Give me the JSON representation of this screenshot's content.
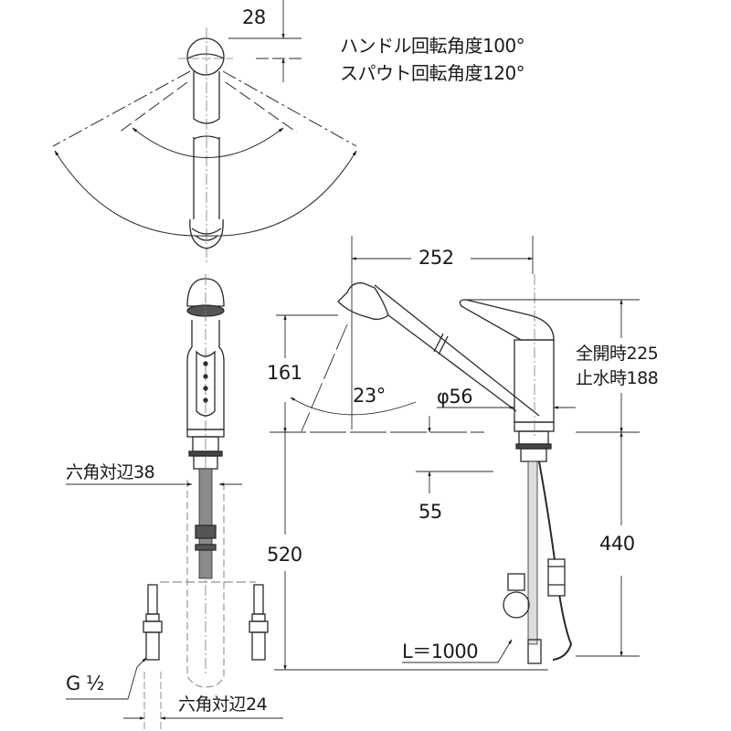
{
  "diagram": {
    "type": "faucet-dimension-drawing",
    "views": [
      "top-view",
      "front-view",
      "side-view"
    ],
    "colors": {
      "line": "#2a2a2a",
      "center_line": "#777777",
      "background": "#ffffff",
      "hose_fill": "#8a8a8a"
    }
  },
  "top_view": {
    "width_dim": "28",
    "handle_rotation": "ハンドル回転角度100°",
    "spout_rotation": "スパウト回転角度120°"
  },
  "side_view": {
    "reach_dim": "252",
    "height_dim": "161",
    "angle_dim": "23°",
    "diameter_dim": "φ56",
    "handle_height_open": "全開時225",
    "handle_height_closed": "止水時188",
    "deck_thickness_dim": "55",
    "below_deck_dim": "440",
    "hose_length": "L＝1000"
  },
  "front_view": {
    "hex_top": "六角対辺38",
    "total_length_dim": "520",
    "thread": "G ½",
    "hex_bottom": "六角対辺24"
  }
}
